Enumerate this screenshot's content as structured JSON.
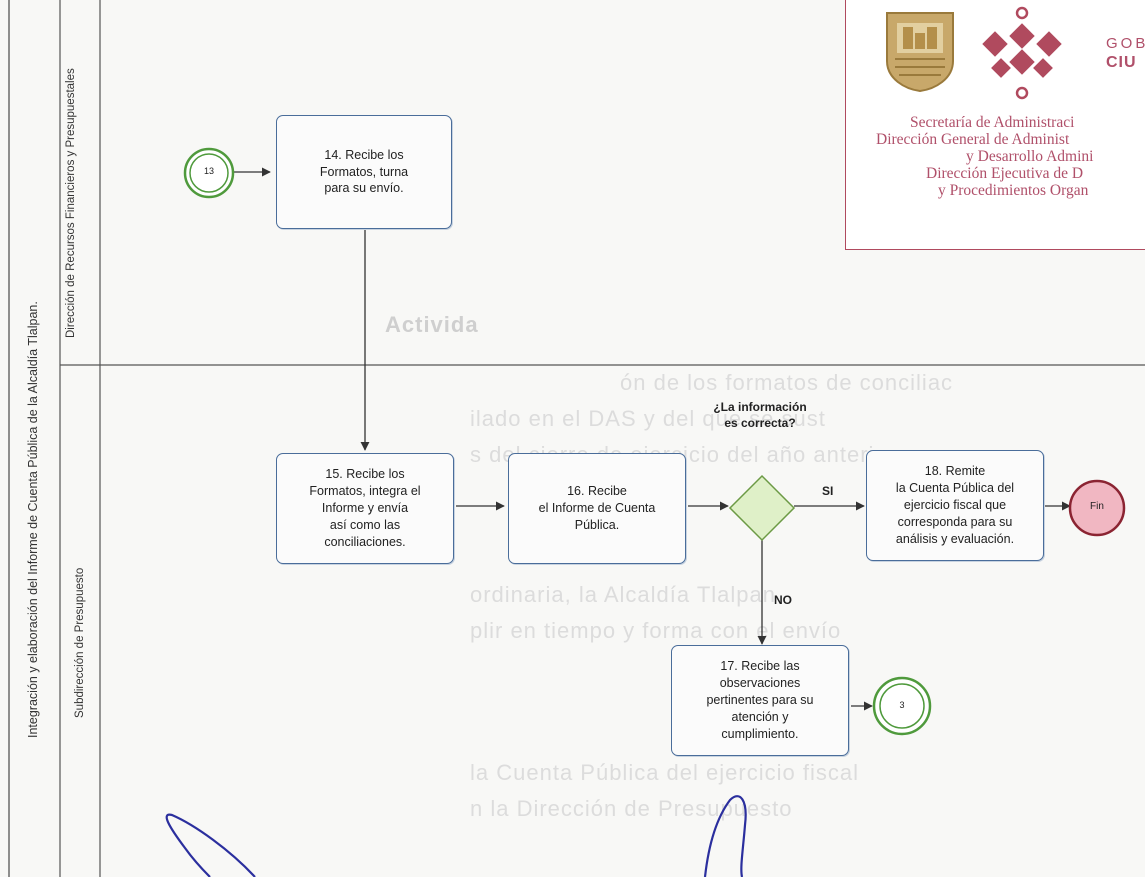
{
  "header": {
    "gob_text": "GOB",
    "ciu_text": "CIU",
    "lines": [
      "Secretaría  de Administraci",
      "Dirección General de Administ",
      "y Desarrollo Admini",
      "Dirección Ejecutiva de D",
      "y Procedimientos Organ"
    ]
  },
  "pool_title": "Integración y elaboración del Informe de Cuenta Pública de la Alcaldía Tlalpan.",
  "lanes": {
    "top": "Dirección de Recursos Financieros y Presupuestales",
    "bottom": "Subdirección de Presupuesto"
  },
  "start_connector": "13",
  "end_connector": "3",
  "end_label": "Fin",
  "tasks": {
    "t14": "14. Recibe los\nFormatos, turna\npara su envío.",
    "t15": "15. Recibe los\nFormatos, integra el\nInforme y envía\nasí como las\nconciliaciones.",
    "t16": "16. Recibe\nel Informe de Cuenta\nPública.",
    "t17": "17. Recibe las\nobservaciones\npertinentes para su\natención y\ncumplimiento.",
    "t18": "18. Remite\nla Cuenta Pública del\nejercicio fiscal que\ncorresponda para su\nanálisis y evaluación."
  },
  "gateway_question": "¿La información\nes correcta?",
  "flow_labels": {
    "yes": "SI",
    "no": "NO"
  },
  "bleed_text": {
    "actividad": "Activida",
    "lines": [
      "ón de los formatos de conciliac",
      "ilado en el DAS y del que se sust",
      "s del cierre de ejercicio del año anterior",
      "ordinaria, la Alcaldía Tlalpan",
      "plir en tiempo y forma con el envío",
      "la Cuenta Pública del ejercicio fiscal",
      "n la Dirección de Presupuesto"
    ]
  },
  "colors": {
    "task_border": "#4a6d9a",
    "gateway_fill": "#dff0c8",
    "end_fill": "#f1b7c2",
    "end_border": "#8b2432",
    "connector_border": "#4f9a3c",
    "header_accent": "#b04a5e",
    "ink": "#2b2f9e"
  }
}
